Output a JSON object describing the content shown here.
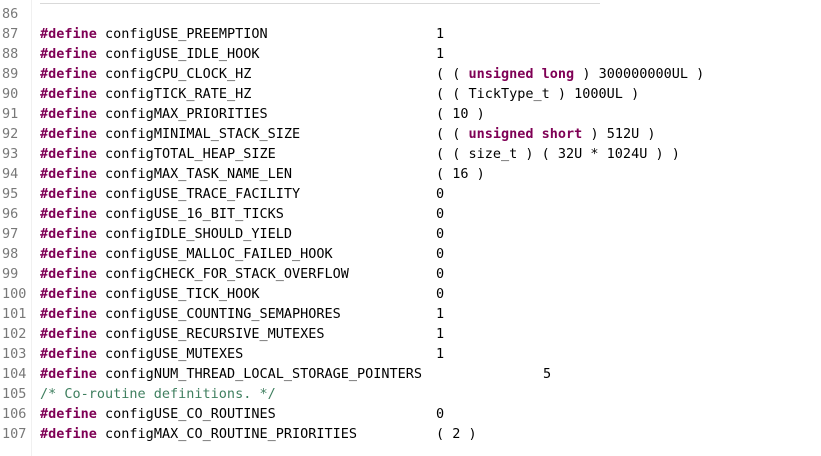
{
  "editor": {
    "lines": [
      {
        "num": "86",
        "kw": "",
        "name": "",
        "value_parts": [],
        "comment": ""
      },
      {
        "num": "87",
        "kw": "#define",
        "name": "configUSE_PREEMPTION",
        "value_parts": [
          {
            "t": "1",
            "kw": false
          }
        ],
        "col": 436,
        "comment": ""
      },
      {
        "num": "88",
        "kw": "#define",
        "name": "configUSE_IDLE_HOOK",
        "value_parts": [
          {
            "t": "1",
            "kw": false
          }
        ],
        "col": 436,
        "comment": ""
      },
      {
        "num": "89",
        "kw": "#define",
        "name": "configCPU_CLOCK_HZ",
        "value_parts": [
          {
            "t": "( ( ",
            "kw": false
          },
          {
            "t": "unsigned long",
            "kw": true
          },
          {
            "t": " ) 300000000UL )",
            "kw": false
          }
        ],
        "col": 436,
        "comment": ""
      },
      {
        "num": "90",
        "kw": "#define",
        "name": "configTICK_RATE_HZ",
        "value_parts": [
          {
            "t": "( ( TickType_t ) 1000UL )",
            "kw": false
          }
        ],
        "col": 436,
        "comment": ""
      },
      {
        "num": "91",
        "kw": "#define",
        "name": "configMAX_PRIORITIES",
        "value_parts": [
          {
            "t": "( 10 )",
            "kw": false
          }
        ],
        "col": 436,
        "comment": ""
      },
      {
        "num": "92",
        "kw": "#define",
        "name": "configMINIMAL_STACK_SIZE",
        "value_parts": [
          {
            "t": "( ( ",
            "kw": false
          },
          {
            "t": "unsigned short",
            "kw": true
          },
          {
            "t": " ) 512U )",
            "kw": false
          }
        ],
        "col": 436,
        "comment": ""
      },
      {
        "num": "93",
        "kw": "#define",
        "name": "configTOTAL_HEAP_SIZE",
        "value_parts": [
          {
            "t": "( ( size_t ) ( 32U * 1024U ) )",
            "kw": false
          }
        ],
        "col": 436,
        "comment": ""
      },
      {
        "num": "94",
        "kw": "#define",
        "name": "configMAX_TASK_NAME_LEN",
        "value_parts": [
          {
            "t": "( 16 )",
            "kw": false
          }
        ],
        "col": 436,
        "comment": ""
      },
      {
        "num": "95",
        "kw": "#define",
        "name": "configUSE_TRACE_FACILITY",
        "value_parts": [
          {
            "t": "0",
            "kw": false
          }
        ],
        "col": 436,
        "comment": ""
      },
      {
        "num": "96",
        "kw": "#define",
        "name": "configUSE_16_BIT_TICKS",
        "value_parts": [
          {
            "t": "0",
            "kw": false
          }
        ],
        "col": 436,
        "comment": ""
      },
      {
        "num": "97",
        "kw": "#define",
        "name": "configIDLE_SHOULD_YIELD",
        "value_parts": [
          {
            "t": "0",
            "kw": false
          }
        ],
        "col": 436,
        "comment": ""
      },
      {
        "num": "98",
        "kw": "#define",
        "name": "configUSE_MALLOC_FAILED_HOOK",
        "value_parts": [
          {
            "t": "0",
            "kw": false
          }
        ],
        "col": 436,
        "comment": ""
      },
      {
        "num": "99",
        "kw": "#define",
        "name": "configCHECK_FOR_STACK_OVERFLOW",
        "value_parts": [
          {
            "t": "0",
            "kw": false
          }
        ],
        "col": 436,
        "comment": ""
      },
      {
        "num": "100",
        "kw": "#define",
        "name": "configUSE_TICK_HOOK",
        "value_parts": [
          {
            "t": "0",
            "kw": false
          }
        ],
        "col": 436,
        "comment": ""
      },
      {
        "num": "101",
        "kw": "#define",
        "name": "configUSE_COUNTING_SEMAPHORES",
        "value_parts": [
          {
            "t": "1",
            "kw": false
          }
        ],
        "col": 436,
        "comment": ""
      },
      {
        "num": "102",
        "kw": "#define",
        "name": "configUSE_RECURSIVE_MUTEXES",
        "value_parts": [
          {
            "t": "1",
            "kw": false
          }
        ],
        "col": 436,
        "comment": ""
      },
      {
        "num": "103",
        "kw": "#define",
        "name": "configUSE_MUTEXES",
        "value_parts": [
          {
            "t": "1",
            "kw": false
          }
        ],
        "col": 436,
        "comment": ""
      },
      {
        "num": "104",
        "kw": "#define",
        "name": "configNUM_THREAD_LOCAL_STORAGE_POINTERS",
        "value_parts": [
          {
            "t": "5",
            "kw": false
          }
        ],
        "col": 543,
        "comment": ""
      },
      {
        "num": "105",
        "kw": "",
        "name": "",
        "value_parts": [],
        "comment": "/* Co-routine definitions. */"
      },
      {
        "num": "106",
        "kw": "#define",
        "name": "configUSE_CO_ROUTINES",
        "value_parts": [
          {
            "t": "0",
            "kw": false
          }
        ],
        "col": 436,
        "comment": ""
      },
      {
        "num": "107",
        "kw": "#define",
        "name": "configMAX_CO_ROUTINE_PRIORITIES",
        "value_parts": [
          {
            "t": "( 2 )",
            "kw": false
          }
        ],
        "col": 436,
        "comment": ""
      }
    ]
  },
  "colors": {
    "keyword": "#7f0055",
    "comment": "#3f7f5f",
    "line_number": "#787878",
    "text": "#000000",
    "background": "#ffffff"
  }
}
